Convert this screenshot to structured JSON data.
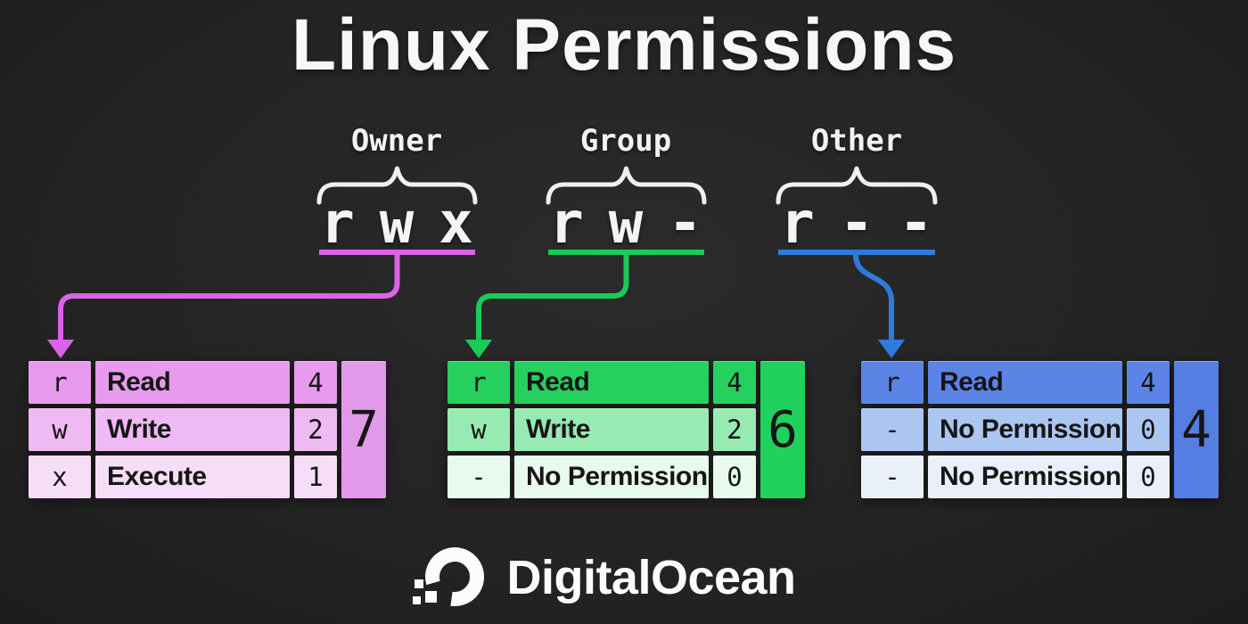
{
  "title": "Linux Permissions",
  "sections": [
    {
      "label": "Owner",
      "symbols": [
        "r",
        "w",
        "x"
      ],
      "accent": "#DC63E8"
    },
    {
      "label": "Group",
      "symbols": [
        "r",
        "w",
        "-"
      ],
      "accent": "#18CC58"
    },
    {
      "label": "Other",
      "symbols": [
        "r",
        "-",
        "-"
      ],
      "accent": "#2F7BDC"
    }
  ],
  "tables": [
    {
      "name": "owner",
      "rows": [
        {
          "sym": "r",
          "label": "Read",
          "value": "4"
        },
        {
          "sym": "w",
          "label": "Write",
          "value": "2"
        },
        {
          "sym": "x",
          "label": "Execute",
          "value": "1"
        }
      ],
      "total": "7",
      "row_colors": [
        "#E79AEE",
        "#EFB9F4",
        "#F6DDF8"
      ],
      "total_color": "#E299EA"
    },
    {
      "name": "group",
      "rows": [
        {
          "sym": "r",
          "label": "Read",
          "value": "4"
        },
        {
          "sym": "w",
          "label": "Write",
          "value": "2"
        },
        {
          "sym": "-",
          "label": "No Permission",
          "value": "0"
        }
      ],
      "total": "6",
      "row_colors": [
        "#25D05E",
        "#97EAB2",
        "#E8F9EE"
      ],
      "total_color": "#22D05E"
    },
    {
      "name": "other",
      "rows": [
        {
          "sym": "r",
          "label": "Read",
          "value": "4"
        },
        {
          "sym": "-",
          "label": "No Permission",
          "value": "0"
        },
        {
          "sym": "-",
          "label": "No Permission",
          "value": "0"
        }
      ],
      "total": "4",
      "row_colors": [
        "#5C84E6",
        "#ABC6F0",
        "#EAF0FA"
      ],
      "total_color": "#567DE2"
    }
  ],
  "footer": {
    "brand": "DigitalOcean",
    "logo_icon": "digitalocean-logo"
  },
  "colors": {
    "background": "#222222",
    "table_text": "#161616",
    "heading_text": "#F7F7F7"
  }
}
